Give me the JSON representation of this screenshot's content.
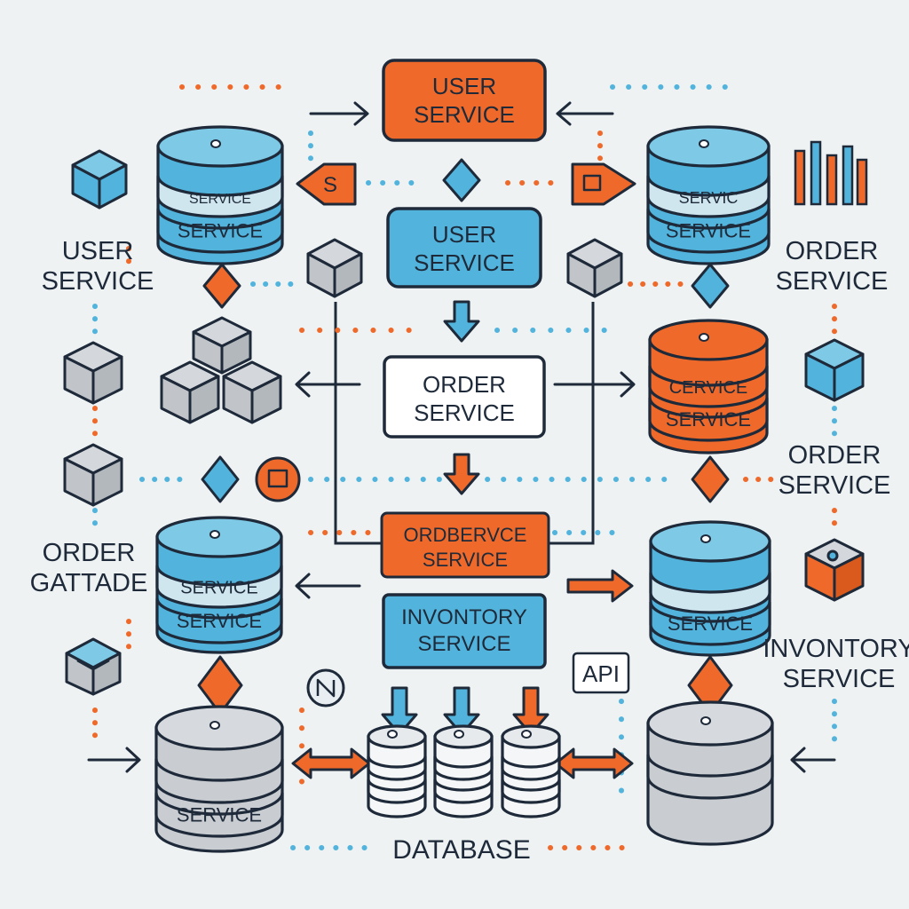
{
  "colors": {
    "background": "#eef2f3",
    "blue": "#52b4dc",
    "blue_light": "#7ec9e6",
    "orange": "#ef6a2a",
    "gray": "#c9cdd2",
    "gray_dark": "#a9aeb4",
    "ink": "#1e2a3a"
  },
  "boxes": {
    "top_user_service": "USER\nSERVICE",
    "mid_user_service": "USER\nSERVICE",
    "order_service": "ORDER\nSERVICE",
    "orderbervce_service": "ORDBERVCE\nSERVICE",
    "inventory_service": "INVONTORY\nSERVICE"
  },
  "cylinders": {
    "top_left": {
      "band_upper": "SERVICE",
      "band_lower": "SERVICE"
    },
    "top_right": {
      "band_upper": "SERVIC",
      "band_lower": "SERVICE"
    },
    "mid_right": {
      "band_upper": "CERVICE",
      "band_lower": "SERVICE"
    },
    "lower_left": {
      "band_upper": "SERVICE",
      "band_lower": "SERVICE"
    },
    "lower_right": {
      "band_lower": "SERVICE"
    },
    "bottom_left": {
      "band_lower": "SERVICE"
    }
  },
  "side_labels": {
    "left_user_service": "USER\nSERVICE",
    "right_order_service_1": "ORDER\nSERVICE",
    "right_order_service_2": "ORDER\nSERVICE",
    "left_order_gattade": "ORDER\nGATTADE",
    "right_inventory_service": "INVONTORY\nSERVICE",
    "api_tag": "API",
    "database": "DATABASE"
  },
  "icons": [
    "cube-icon",
    "cube-cluster-icon",
    "diamond-icon",
    "arrow-icon",
    "badge-icon",
    "bar-chart-icon",
    "database-icon"
  ]
}
